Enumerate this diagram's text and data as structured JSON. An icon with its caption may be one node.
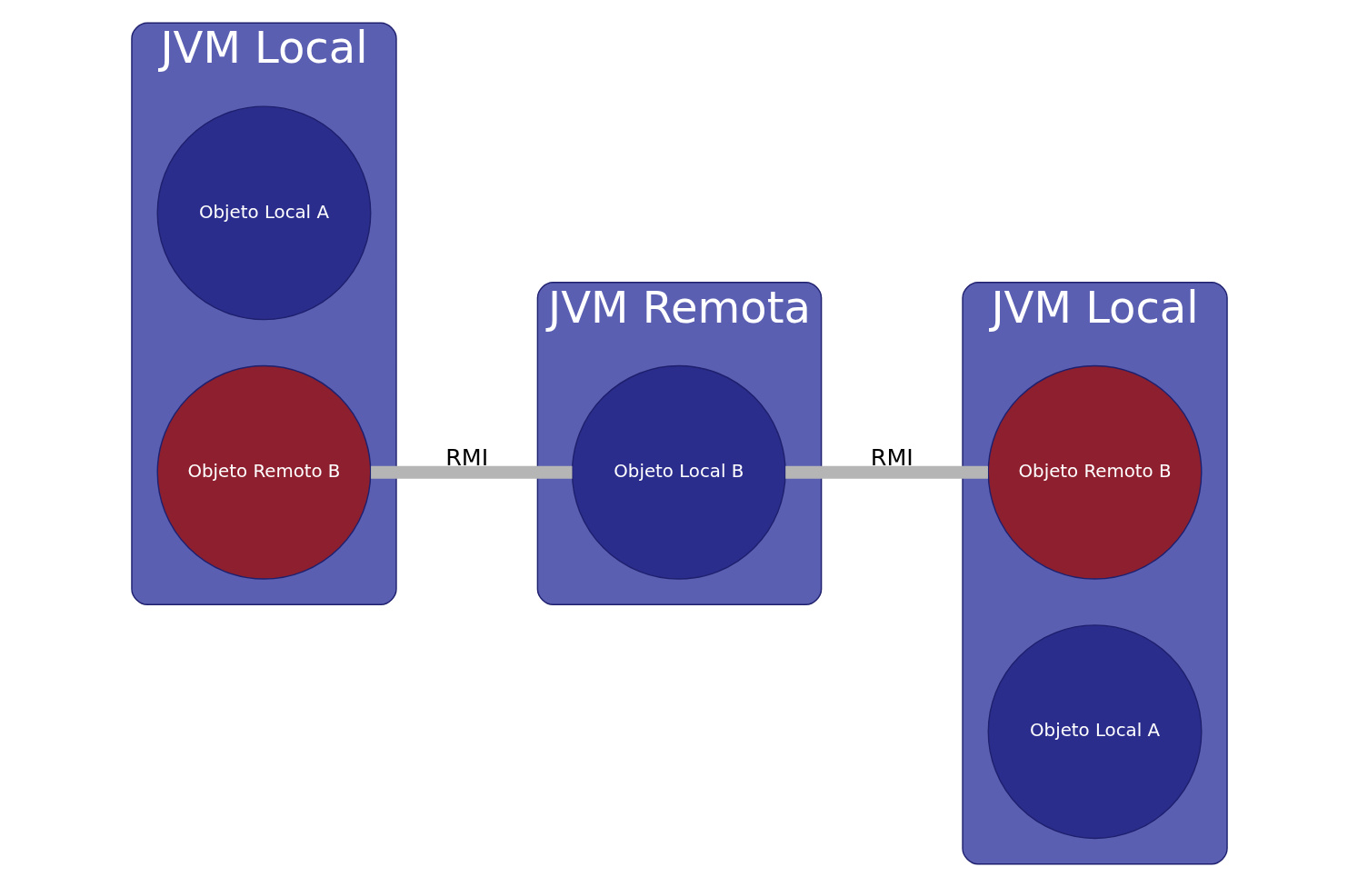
{
  "diagram": {
    "nodes": [
      {
        "text": [
          "JVM Remota"
        ]
      },
      {
        "text": [
          "Objeto Local B"
        ],
        "in": 0
      },
      {
        "text": [
          "JVM Local"
        ]
      },
      {
        "text": [
          "Objeto Local A"
        ],
        "in": 2
      },
      {
        "text": [
          "Objeto Remoto B"
        ],
        "in": 2
      },
      {
        "text": [
          "JVM Local"
        ]
      },
      {
        "text": [
          "Objeto Remoto B"
        ],
        "in": 5
      },
      {
        "text": [
          "Objeto Local A"
        ],
        "in": 5
      }
    ],
    "edges": [
      {
        "from": 4,
        "to": 1,
        "arrow": "none",
        "label": "RMI"
      },
      {
        "from": 1,
        "to": 6,
        "arrow": "none",
        "label": "RMI"
      }
    ]
  }
}
